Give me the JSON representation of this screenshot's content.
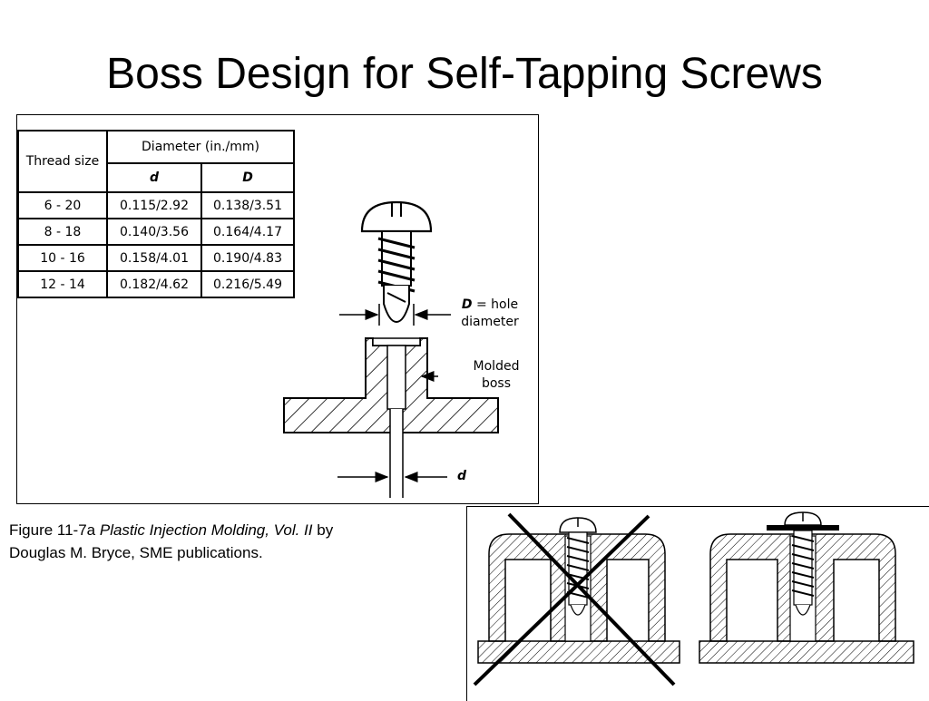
{
  "title": "Boss Design for Self-Tapping Screws",
  "table": {
    "thread_size_header": "Thread size",
    "diameter_header": "Diameter (in./mm)",
    "col_d": "d",
    "col_D": "D",
    "rows": [
      {
        "thread": "6 - 20",
        "d": "0.115/2.92",
        "D": "0.138/3.51"
      },
      {
        "thread": "8 - 18",
        "d": "0.140/3.56",
        "D": "0.164/4.17"
      },
      {
        "thread": "10 - 16",
        "d": "0.158/4.01",
        "D": "0.190/4.83"
      },
      {
        "thread": "12 - 14",
        "d": "0.182/4.62",
        "D": "0.216/5.49"
      }
    ]
  },
  "diagram": {
    "hole_label_symbol": "D",
    "hole_label_rest": " = hole",
    "hole_label_line2": "diameter",
    "boss_label_line1": "Molded",
    "boss_label_line2": "boss",
    "d_label": "d"
  },
  "caption": {
    "prefix": "Figure 11-7a ",
    "book": "Plastic Injection Molding, Vol. II",
    "suffix": "  by",
    "line2": "Douglas M. Bryce, SME publications."
  }
}
